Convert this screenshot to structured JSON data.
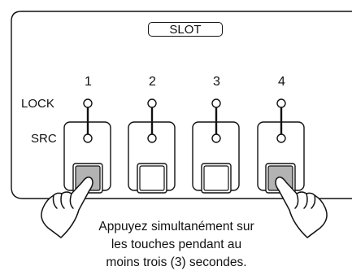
{
  "panel": {
    "title": "SLOT",
    "row_labels": {
      "lock": "LOCK",
      "src": "SRC"
    },
    "slots": [
      {
        "number": "1",
        "pressed": true
      },
      {
        "number": "2",
        "pressed": false
      },
      {
        "number": "3",
        "pressed": false
      },
      {
        "number": "4",
        "pressed": true
      }
    ]
  },
  "caption": {
    "lines": [
      "Appuyez simultanément sur",
      "les touches pendant au",
      "moins trois (3) secondes."
    ]
  },
  "colors": {
    "stroke": "#111111",
    "pressed_fill": "#b3b3b3",
    "background": "#ffffff"
  },
  "icons": [
    "pointing-hand-icon"
  ]
}
